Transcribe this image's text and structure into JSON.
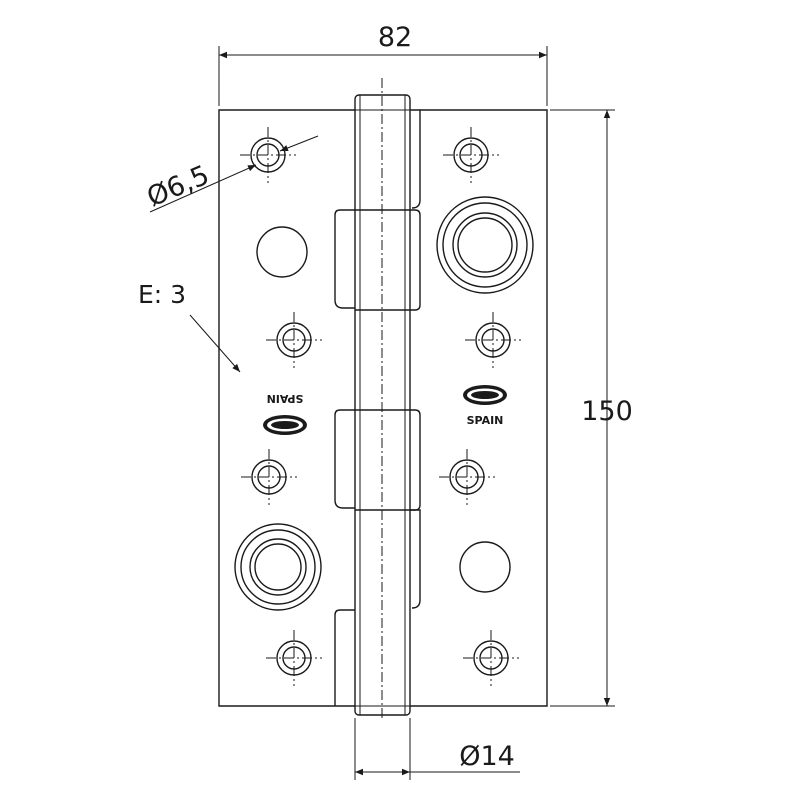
{
  "dimensions": {
    "width": "82",
    "height": "150",
    "hole_diameter": "Ø6,5",
    "pin_diameter": "Ø14",
    "thickness": "E: 3"
  },
  "brand": {
    "name": "SPAIN"
  }
}
